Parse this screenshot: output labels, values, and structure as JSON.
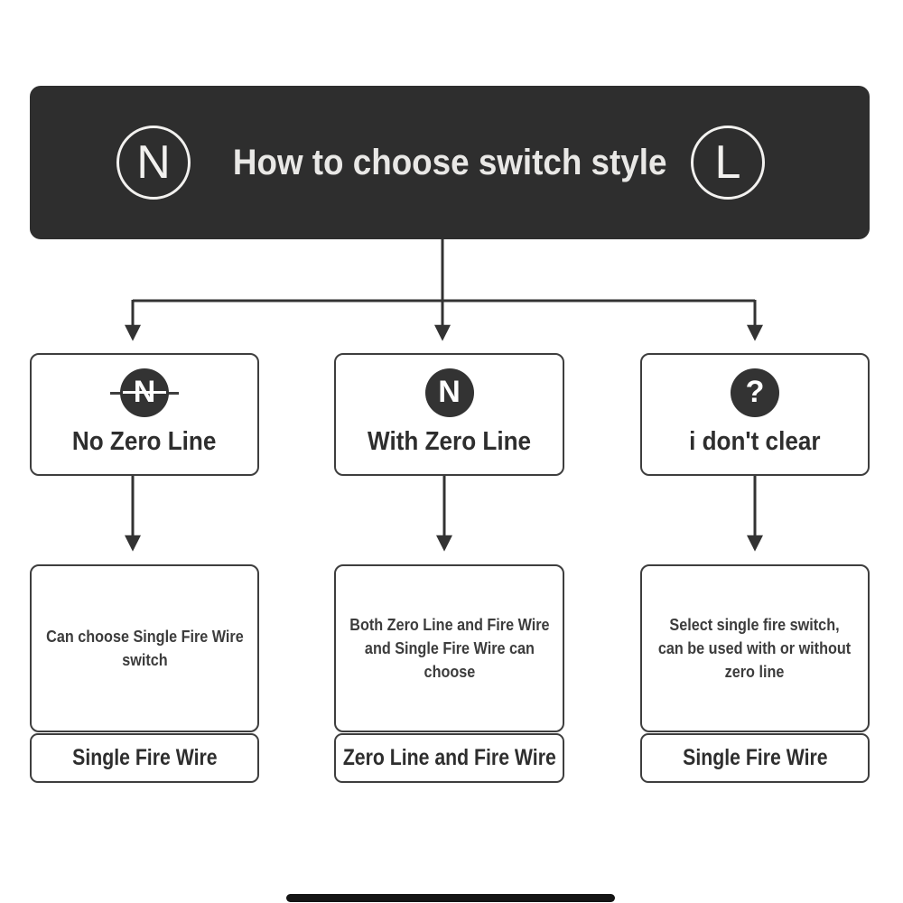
{
  "header": {
    "title": "How to choose switch style",
    "left_badge": "N",
    "right_badge": "L"
  },
  "options": [
    {
      "label": "No Zero Line",
      "icon": "N",
      "icon_name": "no-neutral-wire-crossed-icon",
      "description_lines": [
        "Can choose Single Fire Wire",
        "switch"
      ],
      "result": "Single Fire Wire"
    },
    {
      "label": "With Zero Line",
      "icon": "N",
      "icon_name": "neutral-wire-icon",
      "description_lines": [
        "Both Zero Line and Fire Wire",
        "and Single Fire Wire can",
        "choose"
      ],
      "result": "Zero Line and Fire Wire"
    },
    {
      "label": "i don't clear",
      "icon": "?",
      "icon_name": "question-mark-icon",
      "description_lines": [
        "Select single fire switch,",
        "can be used with or without",
        "zero line"
      ],
      "result": "Single Fire Wire"
    }
  ],
  "colors": {
    "banner_bg": "#2e2e2e",
    "banner_text": "#e9e8e6",
    "box_border": "#3e3e3e",
    "icon_circle_bg": "#333333",
    "arrow": "#333333",
    "text_dark": "#2e2e2e"
  }
}
